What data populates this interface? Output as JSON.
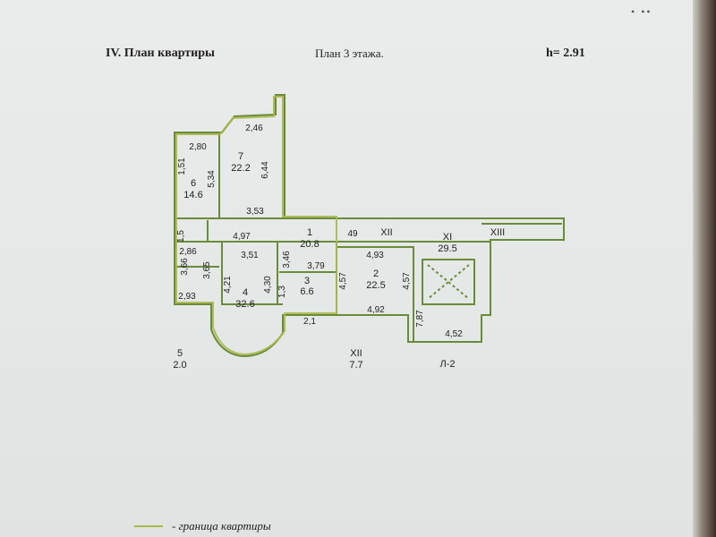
{
  "header": {
    "title": "IV. План квартиры",
    "floor": "План  3  этажа.",
    "height": "h= 2.91"
  },
  "corner_marks": "• ••",
  "rooms": {
    "r7": {
      "num": "7",
      "area": "22.2"
    },
    "r6": {
      "num": "6",
      "area": "14.6"
    },
    "r1": {
      "num": "1",
      "area": "20.8"
    },
    "r2": {
      "num": "2",
      "area": "22.5"
    },
    "r3": {
      "num": "3",
      "area": "6.6"
    },
    "r4": {
      "num": "4",
      "area": "32.6"
    },
    "r5": {
      "num": "5",
      "area": "2.0"
    },
    "xi": {
      "num": "XI",
      "area": "29.5"
    },
    "xii": {
      "num": "XII",
      "area": "7.7"
    },
    "xii_corr": {
      "num": "XII"
    },
    "xiii": {
      "num": "XIII"
    },
    "l2": {
      "num": "Л-2"
    }
  },
  "dims": {
    "d280": "2,80",
    "d246": "2,46",
    "d534": "5,34",
    "d644": "6,44",
    "d353": "3,53",
    "d497": "4,97",
    "d49": "49",
    "d286": "2,86",
    "d351": "3,51",
    "d346": "3,46",
    "d379": "3,79",
    "d493": "4,93",
    "d366": "3,66",
    "d365": "3,65",
    "d421": "4,21",
    "d430": "4,30",
    "d457a": "4,57",
    "d457b": "4,57",
    "d293": "2,93",
    "d21": "2,1",
    "d492": "4,92",
    "d787": "7,87",
    "d452": "4,52",
    "d151": "1,51",
    "d15": "1,5",
    "d13": "1,3"
  },
  "legend": {
    "text": "- граница квартиры",
    "color": "#a8b94a"
  },
  "colors": {
    "wall": "#6b8a3a",
    "boundary": "#a8b94a"
  }
}
